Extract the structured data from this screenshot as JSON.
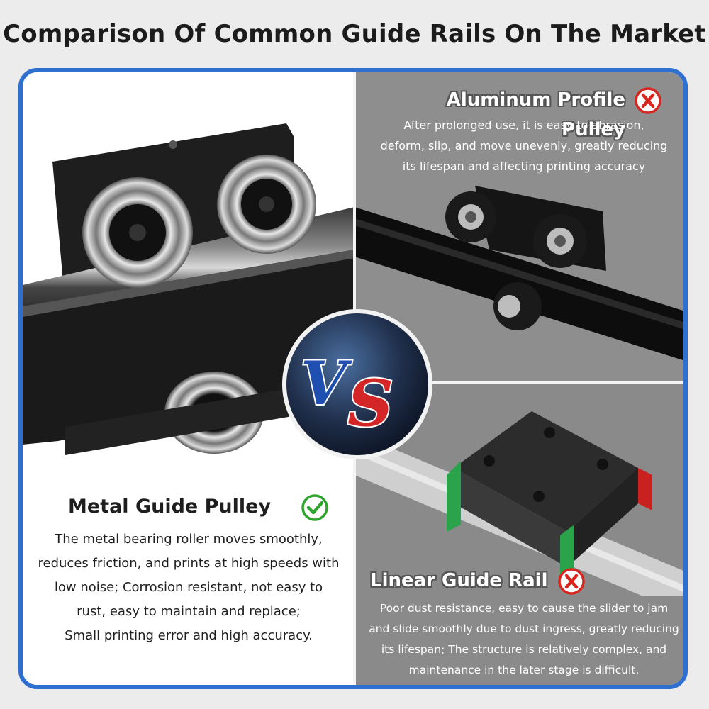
{
  "page": {
    "title": "Comparison Of Common Guide Rails On The Market"
  },
  "colors": {
    "frame_border": "#2f6fd0",
    "check": "#2fa52f",
    "cross": "#d8261f",
    "vs_blue": "#1f4fb0",
    "vs_red": "#d42626"
  },
  "badge": {
    "text": "VS"
  },
  "metal": {
    "title": "Metal Guide Pulley",
    "status_icon": "check-circle-icon",
    "description": [
      "The metal bearing roller moves smoothly,",
      "reduces friction, and prints at high speeds with",
      "low noise; Corrosion resistant, not easy to",
      "rust, easy to maintain and replace;",
      "Small printing error and high accuracy."
    ]
  },
  "aluminum": {
    "title": "Aluminum Profile Pulley",
    "status_icon": "cross-circle-icon",
    "description": [
      "After prolonged use, it is easy to abrasion,",
      "deform, slip, and move unevenly, greatly reducing",
      "its lifespan and affecting printing accuracy"
    ]
  },
  "linear": {
    "title": "Linear Guide Rail",
    "status_icon": "cross-circle-icon",
    "description": [
      "Poor dust resistance, easy to cause the slider to jam",
      "and slide smoothly due to dust ingress, greatly  reducing",
      "its lifespan; The structure is relatively  complex, and",
      "maintenance in the later stage is difficult."
    ]
  }
}
